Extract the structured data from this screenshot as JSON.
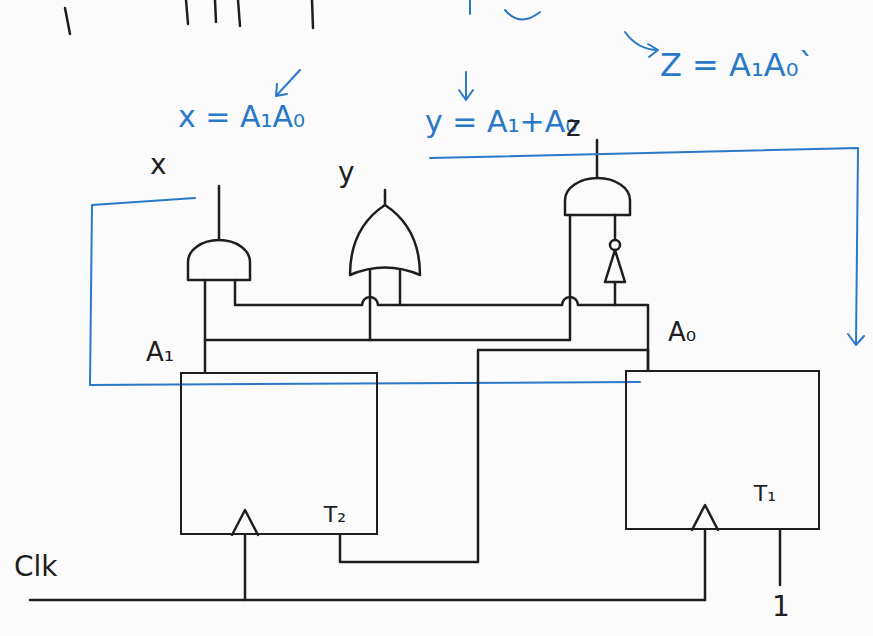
{
  "diagram": {
    "nodes": [
      {
        "text": [
          "T₂"
        ]
      },
      {
        "text": [
          "T₁"
        ]
      }
    ],
    "edges": [
      {
        "from": 1,
        "to": 0,
        "arrow": "none"
      }
    ],
    "labels": [
      "x = A₁A₀",
      "y = A₁+A₀",
      "Z = A₁A₀`",
      "x",
      "y",
      "z",
      "A₁",
      "A₀",
      "Clk",
      "1"
    ]
  }
}
